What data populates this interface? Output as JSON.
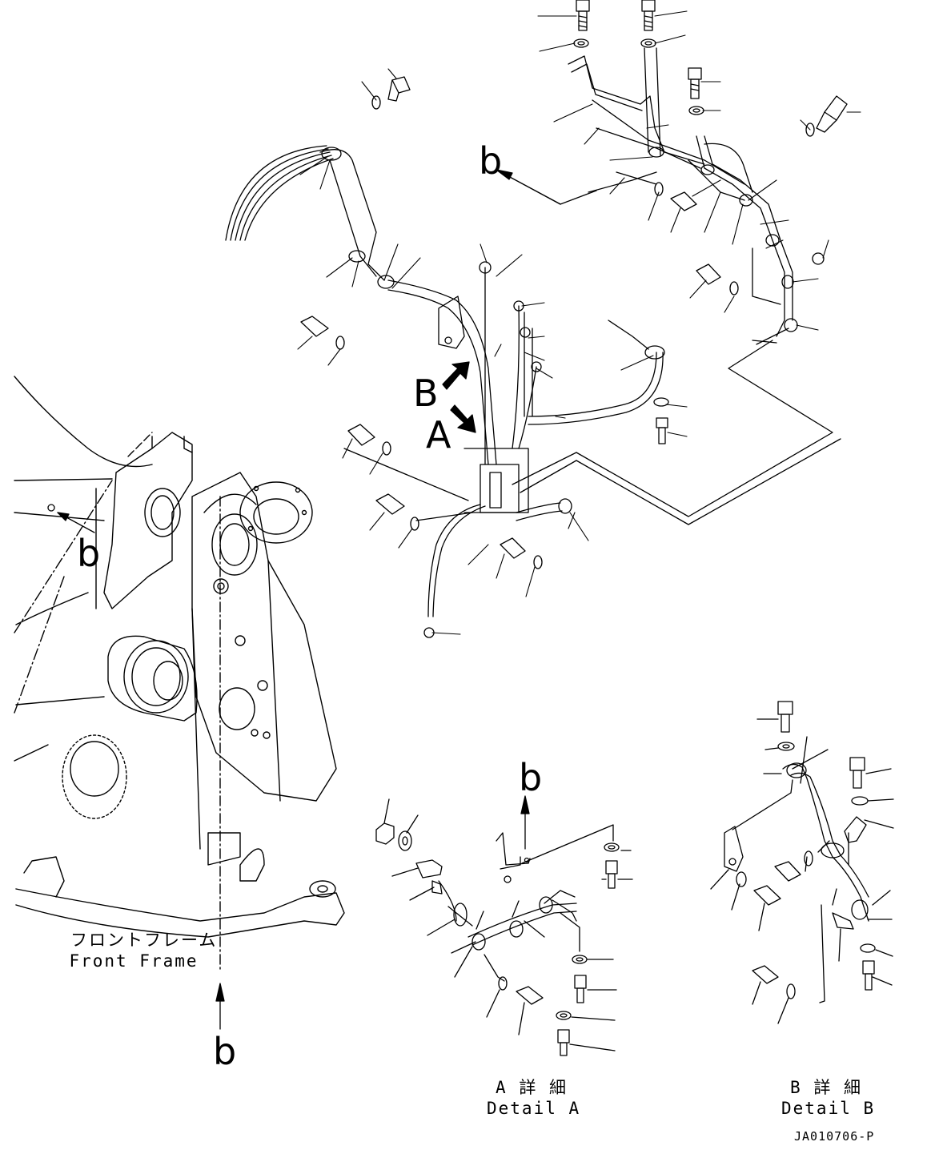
{
  "labels": {
    "view_b_top": "b",
    "view_b_left": "b",
    "view_b_bottom": "b",
    "view_b_detail": "b",
    "arrow_a": "A",
    "arrow_b": "B"
  },
  "captions": {
    "front_frame_jp": "フロントフレーム",
    "front_frame_en": "Front Frame",
    "detail_a_jp": "A 詳 細",
    "detail_a_en": "Detail A",
    "detail_b_jp": "B 詳 細",
    "detail_b_en": "Detail B"
  },
  "drawing_code": "JA010706-P"
}
